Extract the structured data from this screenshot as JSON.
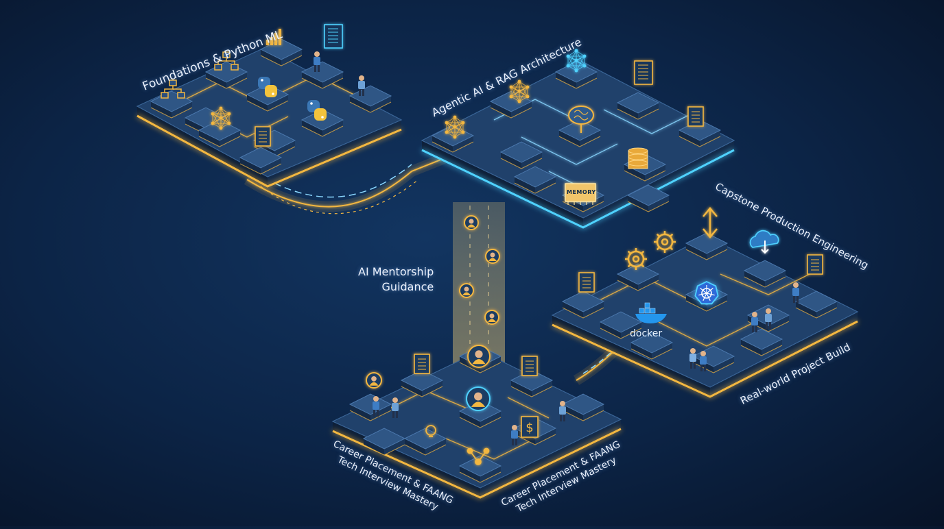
{
  "diagram": {
    "platforms": [
      {
        "id": "foundations",
        "label": "Foundations & Python ML"
      },
      {
        "id": "agentic",
        "label": "Agentic AI & RAG Architecture"
      },
      {
        "id": "capstone",
        "label": "Capstone Production Engineering",
        "sublabel": "Real-world Project Build"
      },
      {
        "id": "career",
        "label_line1": "Career Placement & FAANG",
        "label_line2": "Tech Interview Mastery"
      }
    ],
    "mentorship": {
      "line1": "AI Mentorship",
      "line2": "Guidance"
    },
    "tile_labels": {
      "memory": "MEMORY",
      "docker": "docker"
    }
  },
  "colors": {
    "background": "#0c2446",
    "gold_glow": "#f3b741",
    "cyan_glow": "#4fd2ff",
    "platform_top": "#20416b",
    "tile_top": "#2f5685",
    "text": "#eaf0fb"
  }
}
